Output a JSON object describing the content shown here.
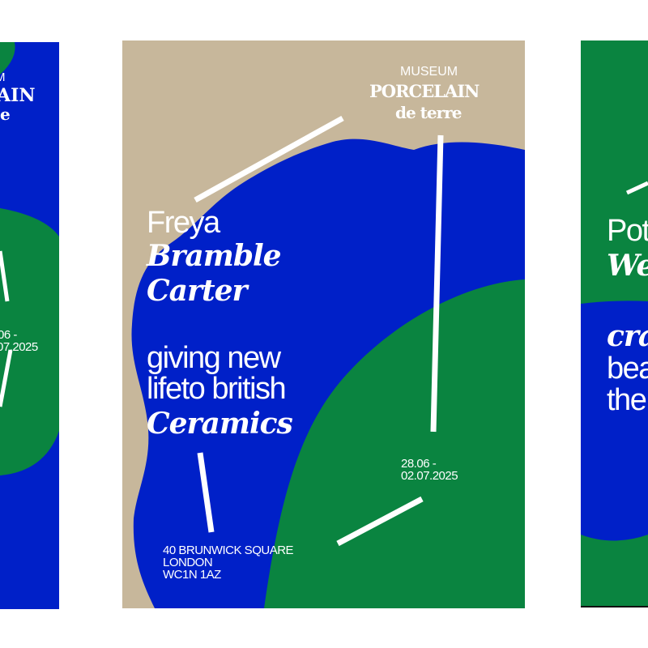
{
  "center_poster": {
    "museum_label": "MUSEUM",
    "museum_name": "PORCELAIN",
    "museum_sub": "de terre",
    "artist_first": "Freya",
    "artist_middle": "Bramble",
    "artist_last": "Carter",
    "tagline_1": "giving new",
    "tagline_2": "lifeto british",
    "tagline_3": "Ceramics",
    "date_1": "28.06 -",
    "date_2": "02.07.2025",
    "address_1": "40 BRUNWICK SQUARE",
    "address_2": "LONDON",
    "address_3": "WC1N 1AZ"
  },
  "left_poster": {
    "frag_museum": "M",
    "frag_name": "AIN",
    "frag_sub": "e",
    "frag_date_1": "06 -",
    "frag_date_2": "07.2025"
  },
  "right_poster": {
    "frag_name_1": "Pot",
    "frag_name_2": "We",
    "frag_tag_1": "cra",
    "frag_tag_2": "bea",
    "frag_tag_3": "the"
  },
  "colors": {
    "beige": "#c7b79b",
    "blue": "#0020c8",
    "green": "#0a8440",
    "white": "#ffffff"
  }
}
